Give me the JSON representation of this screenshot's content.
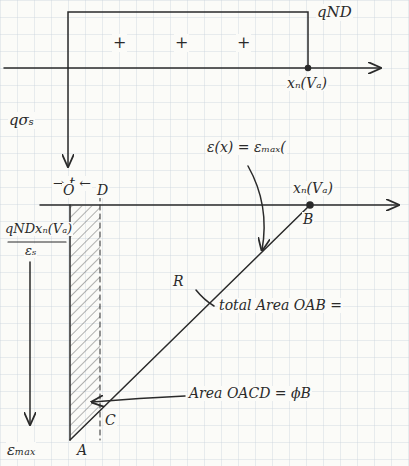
{
  "diagram": {
    "labels": [
      "qND",
      "+",
      "+",
      "+",
      "xₙ(Vₐ)",
      "qσₛ",
      "→ t ←",
      "ε(x) = εₘₐₓ(",
      "O",
      "D",
      "xₙ(Vₐ)",
      "B",
      "qNDxₙ(Vₐ)",
      "εₛ",
      "εₘₐₓ",
      "A",
      "R",
      "total Area OAB =",
      "C",
      "Area OACD = ϕB"
    ]
  }
}
